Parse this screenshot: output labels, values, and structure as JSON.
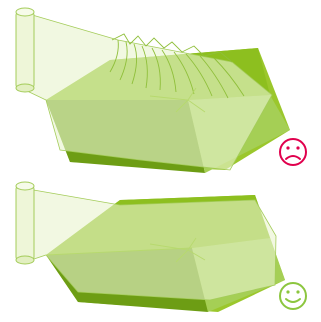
{
  "figure": {
    "panels": [
      {
        "id": "wrap-wrinkled",
        "outcome": "bad",
        "face_icon": "sad-face-icon",
        "face_color": "#e0004d"
      },
      {
        "id": "wrap-smooth",
        "outcome": "good",
        "face_icon": "smiley-face-icon",
        "face_color": "#8cc63f"
      }
    ],
    "colors": {
      "box_top": "#8dbf1f",
      "box_front": "#6a9a12",
      "box_side": "#a9d05a",
      "film": "#e6f1c8",
      "film_edge": "#a4cc5a",
      "fold_line": "#9ac24a"
    }
  }
}
